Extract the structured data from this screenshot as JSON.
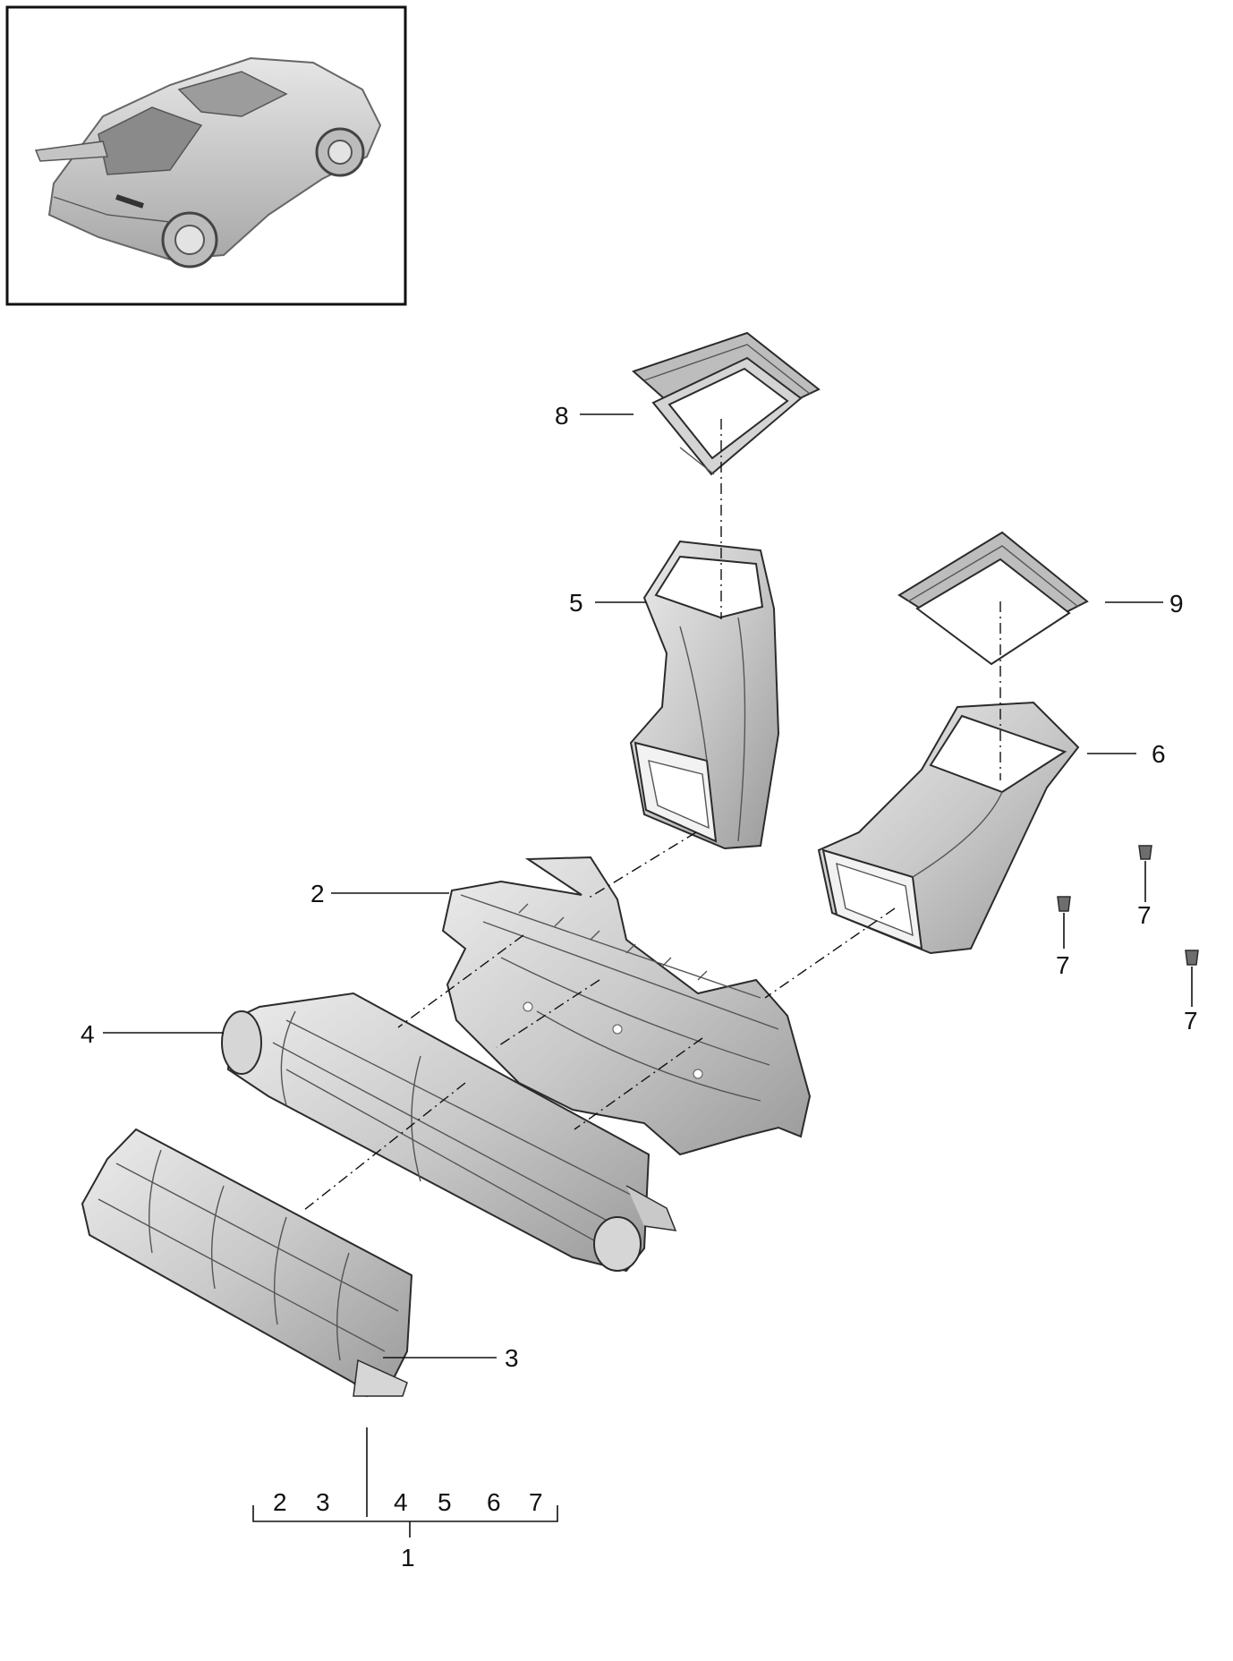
{
  "callouts": {
    "c1": "1",
    "c2": "2",
    "c3": "3",
    "c4": "4",
    "c5": "5",
    "c6": "6",
    "c7a": "7",
    "c7b": "7",
    "c7c": "7",
    "c8": "8",
    "c9": "9"
  },
  "kit_numbers": [
    "2",
    "3",
    "4",
    "5",
    "6",
    "7"
  ],
  "colors": {
    "line": "#111111",
    "part_light": "#e0e0e0",
    "part_mid": "#bdbdbd",
    "part_dark": "#6e6e6e"
  }
}
